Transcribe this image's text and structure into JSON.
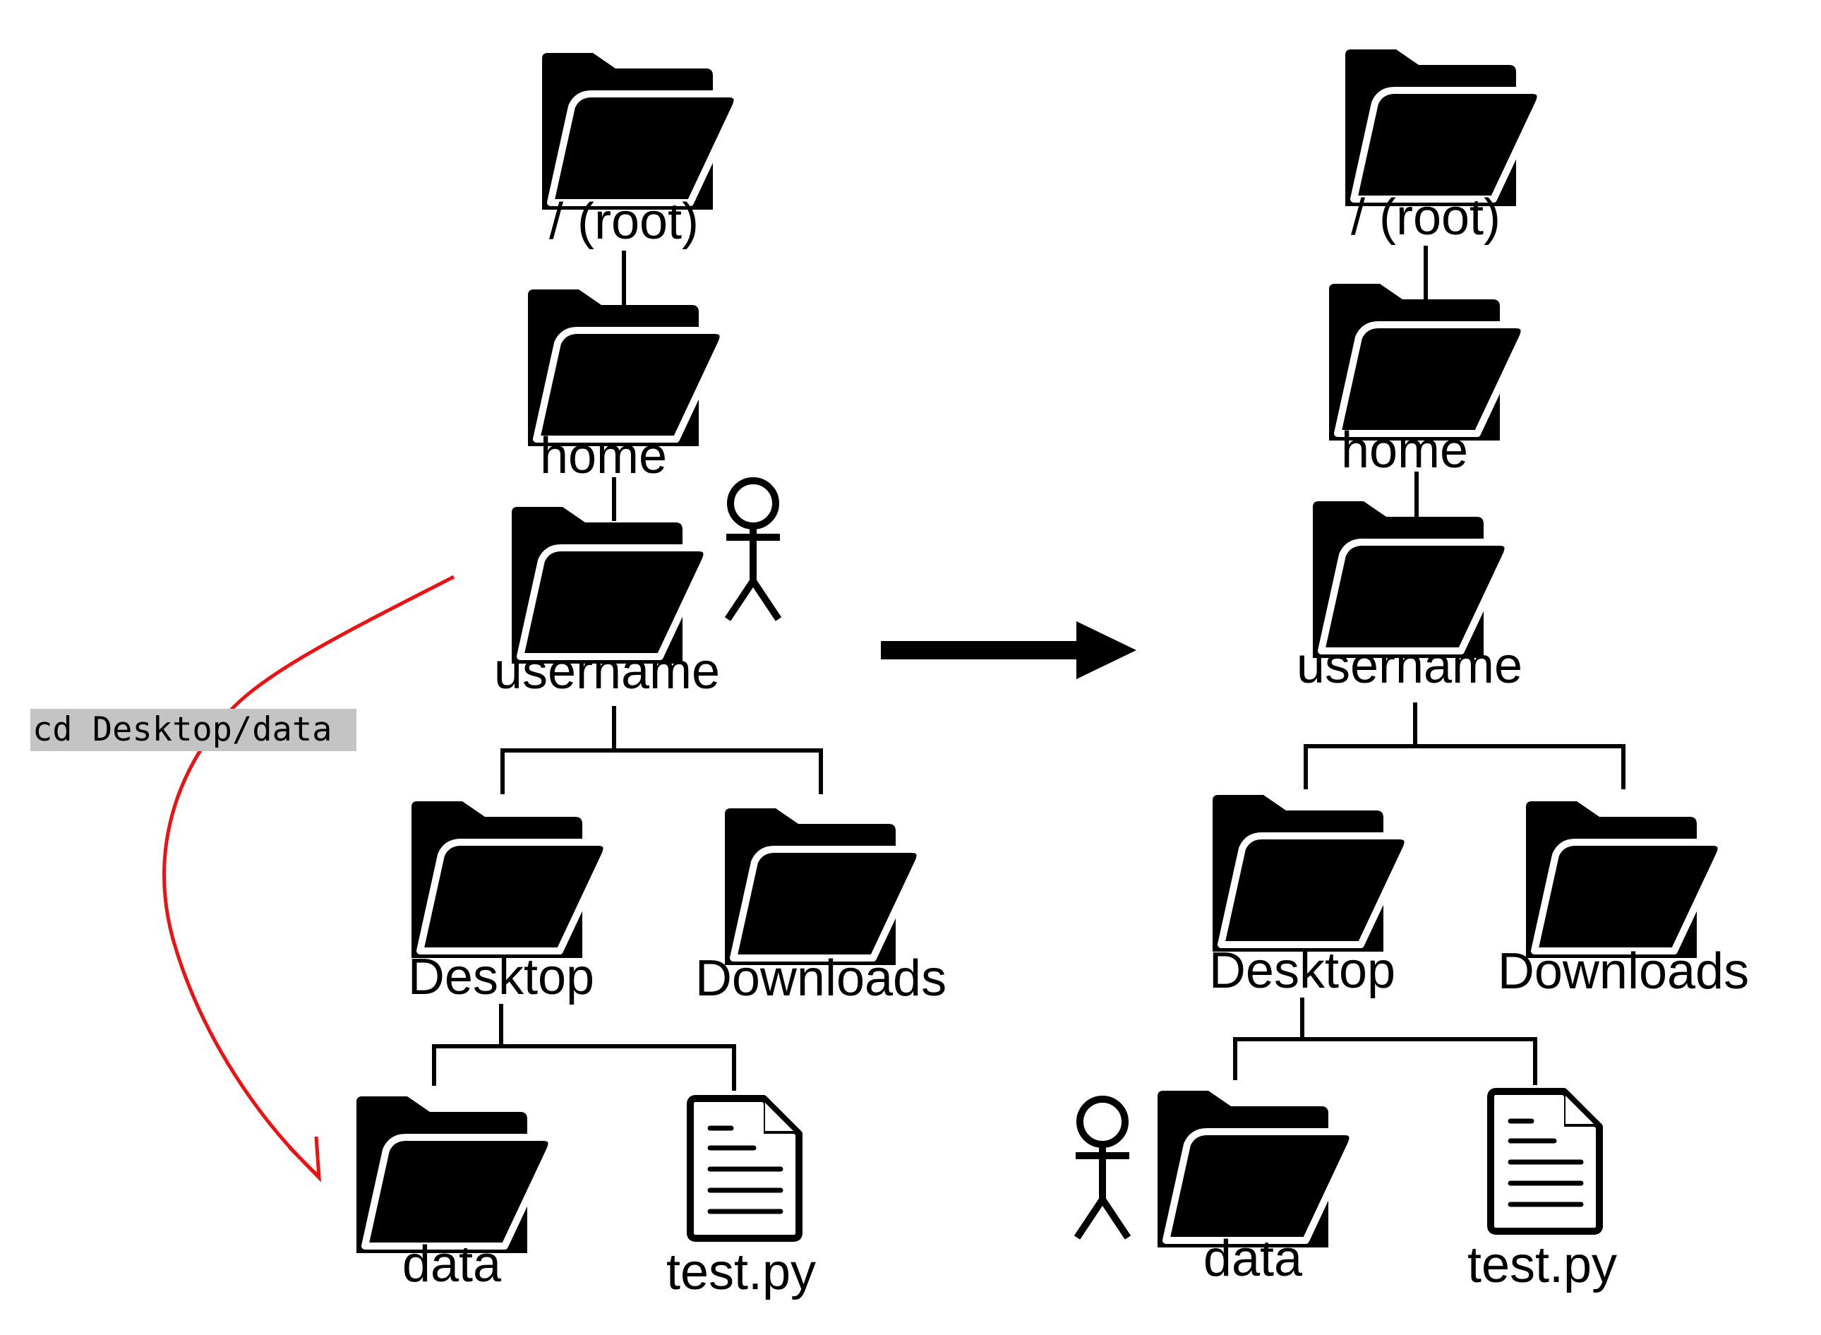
{
  "command": "cd Desktop/data",
  "colors": {
    "ink": "#000000",
    "path_arrow": "#ee1111",
    "command_bg": "#c4c4c4",
    "background": "#ffffff"
  },
  "icons": {
    "folder": "folder-icon",
    "file": "file-icon",
    "user": "user-icon",
    "arrow": "transition-arrow"
  },
  "before": {
    "nodes": {
      "root": "/ (root)",
      "home": "home",
      "username": "username",
      "desktop": "Desktop",
      "downloads": "Downloads",
      "data": "data",
      "testpy": "test.py"
    },
    "user_location": "username"
  },
  "after": {
    "nodes": {
      "root": "/ (root)",
      "home": "home",
      "username": "username",
      "desktop": "Desktop",
      "downloads": "Downloads",
      "data": "data",
      "testpy": "test.py"
    },
    "user_location": "data"
  }
}
